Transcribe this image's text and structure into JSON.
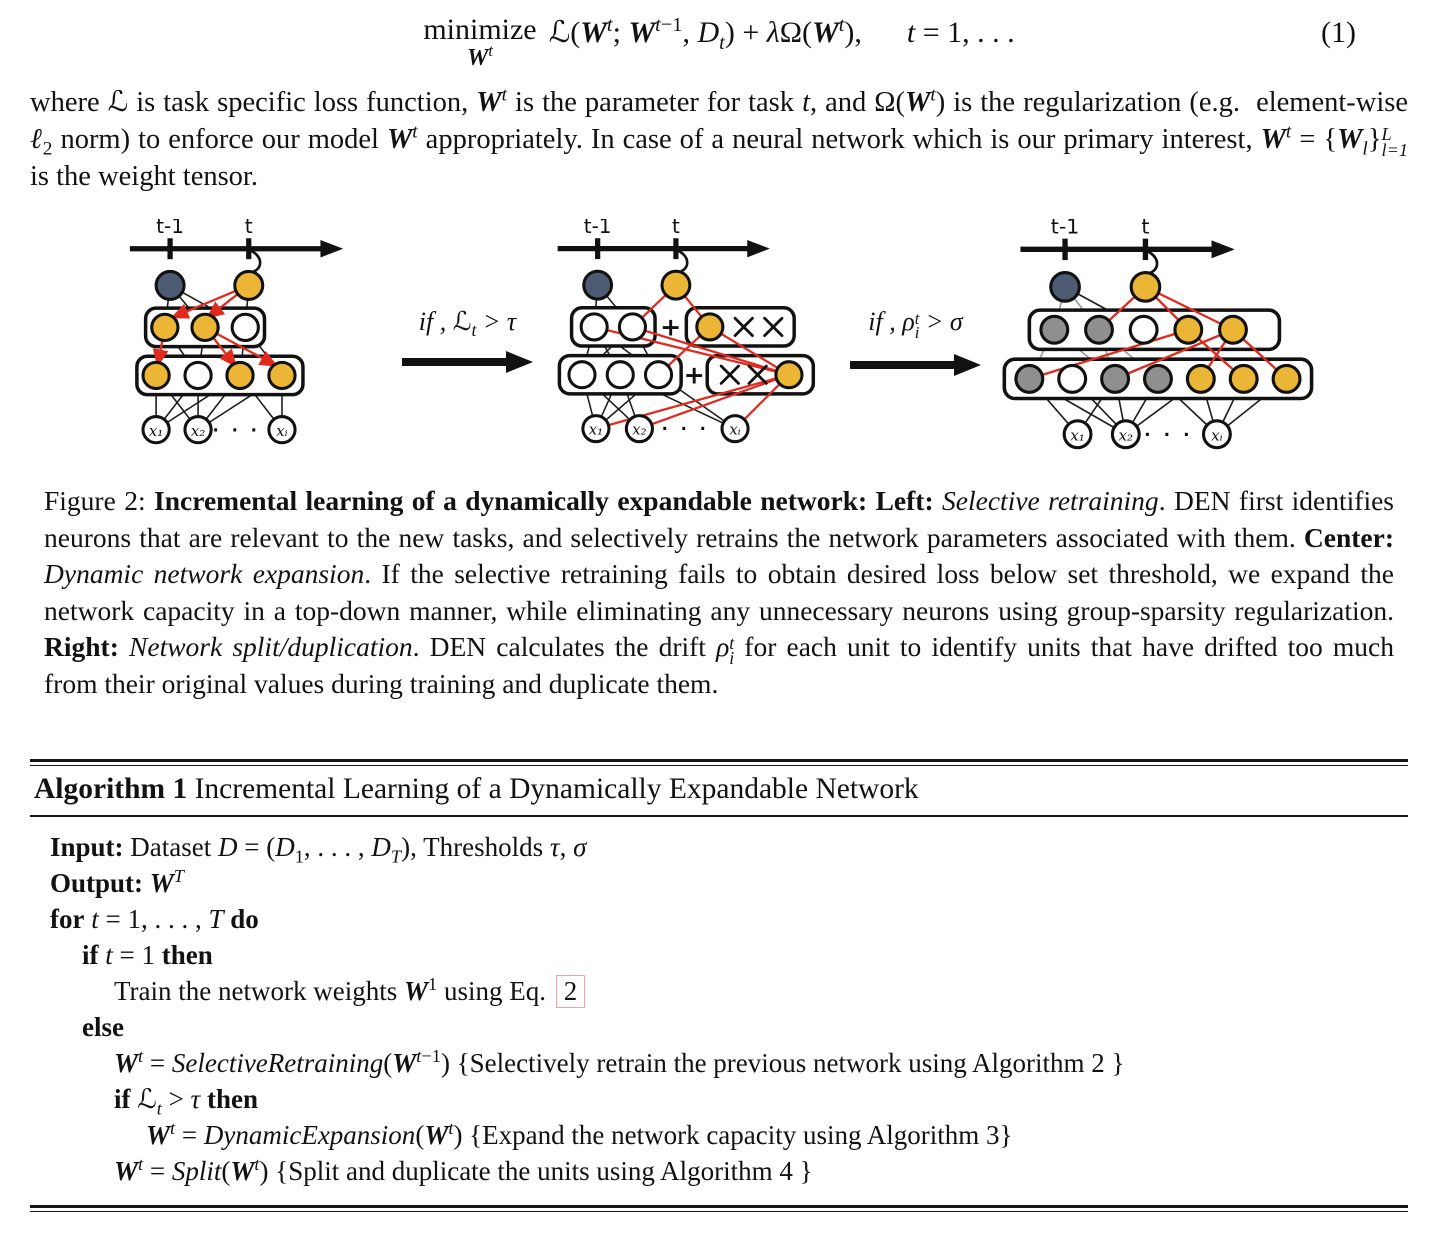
{
  "palette": {
    "node_new_yellow": "#ebb535",
    "node_previous_task_navy": "#4d5c73",
    "node_old_gray": "#8f8f8f",
    "node_inactive_white": "#ffffff",
    "edge_retrain_red": "#e02a1e",
    "edge_black": "#1c1c1c",
    "edge_gray": "#9a9a9a",
    "reference_box_red": "#f2a49e"
  },
  "equation": {
    "operator": "minimize",
    "operator_sub_html": "<b><i>W</i></b><sup><i>t</i></sup>",
    "body_html": "&#8466;(<b><i>W</i></b><sup><i>t</i></sup>; <b><i>W</i></b><sup><i>t</i>&#8722;1</sup>, <i>D</i><sub><i>t</i></sub>) + <i>&#955;</i>&#937;(<b><i>W</i></b><sup><i>t</i></sup>),&emsp;&ensp;<i>t</i> = 1, . . .",
    "number": "(1)"
  },
  "paragraph_html": "where &#8466; is task specific loss function, <b><i>W</i></b><sup><i>t</i></sup> is the parameter for task <i>t</i>, and &#937;(<b><i>W</i></b><sup><i>t</i></sup>) is the regularization (e.g.&nbsp; element-wise <i>&#8467;</i><sub>2</sub> norm) to enforce our model <b><i>W</i></b><sup><i>t</i></sup> appropriately. In case of a neural network which is our primary interest, <b><i>W</i></b><sup><i>t</i></sup> = {<b><i>W</i></b><sub><i>l</i></sub>}<span class=\"ss\">L<br>l=1</span> is the weight tensor.",
  "figure": {
    "timeline": {
      "t_minus_1": "t-1",
      "t": "t"
    },
    "inputs": [
      "x&#8321;",
      "x&#8322;",
      "x&#7522;"
    ],
    "dots": "&#183; &#183; &#183;",
    "plus": "+",
    "arrow1_label_html": "if , &#8466;<sub>t</sub> &gt; &#964;",
    "arrow2_label_html": "if , &#961;<span class=\"ss\">t<br>i</span> &gt; &#963;"
  },
  "caption_html": "Figure 2: <b>Incremental learning of a dynamically expandable network: Left:</b> <i>Selective retraining</i>. DEN first identifies neurons that are relevant to the new tasks, and selectively retrains the network parameters associated with them. <b>Center:</b> <i>Dynamic network expansion</i>. If the selective retraining fails to obtain desired loss below set threshold, we expand the network capacity in a top-down manner, while eliminating any unnecessary neurons using group-sparsity regularization. <b>Right:</b> <i>Network split/duplication</i>. DEN calculates the drift <i>&#961;</i><span class=\"ss\">t<br>i</span> for each unit to identify units that have drifted too much from their original values during training and duplicate them.",
  "algorithm": {
    "title_html": "<b>Algorithm 1</b> Incremental Learning of a Dynamically Expandable Network",
    "lines": [
      {
        "indent": 0,
        "html": "<b>Input:</b> Dataset <i>D</i> = (<i>D</i><sub>1</sub>, . . . , <i>D</i><sub><i>T</i></sub>), Thresholds <i>&#964;</i>, <i>&#963;</i>"
      },
      {
        "indent": 0,
        "html": "<b>Output:</b> <b><i>W</i></b><sup><i>T</i></sup>"
      },
      {
        "indent": 0,
        "html": "<b>for</b> <i>t</i> = 1, . . . , <i>T</i> <b>do</b>"
      },
      {
        "indent": 1,
        "html": "<b>if</b> <i>t</i> = 1 <b>then</b>"
      },
      {
        "indent": 2,
        "html": "Train the network weights <b><i>W</i></b><sup>1</sup> using Eq. <span class=\"refbox\" data-name=\"eq2-reference-link\" data-interactable=\"true\">2</span>"
      },
      {
        "indent": 1,
        "html": "<b>else</b>"
      },
      {
        "indent": 2,
        "html": "<b><i>W</i></b><sup><i>t</i></sup> = <i>SelectiveRetraining</i>(<b><i>W</i></b><sup><i>t</i>&#8722;1</sup>) {Selectively retrain the previous network using Algorithm 2 }"
      },
      {
        "indent": 2,
        "html": "<b>if</b> &#8466;<sub><i>t</i></sub> &gt; <i>&#964;</i> <b>then</b>"
      },
      {
        "indent": 3,
        "html": "<b><i>W</i></b><sup><i>t</i></sup> = <i>DynamicExpansion</i>(<b><i>W</i></b><sup><i>t</i></sup>) {Expand the network capacity using Algorithm 3}"
      },
      {
        "indent": 2,
        "html": "<b><i>W</i></b><sup><i>t</i></sup> = <i>Split</i>(<b><i>W</i></b><sup><i>t</i></sup>) {Split and duplicate the units using Algorithm 4 }"
      }
    ]
  }
}
